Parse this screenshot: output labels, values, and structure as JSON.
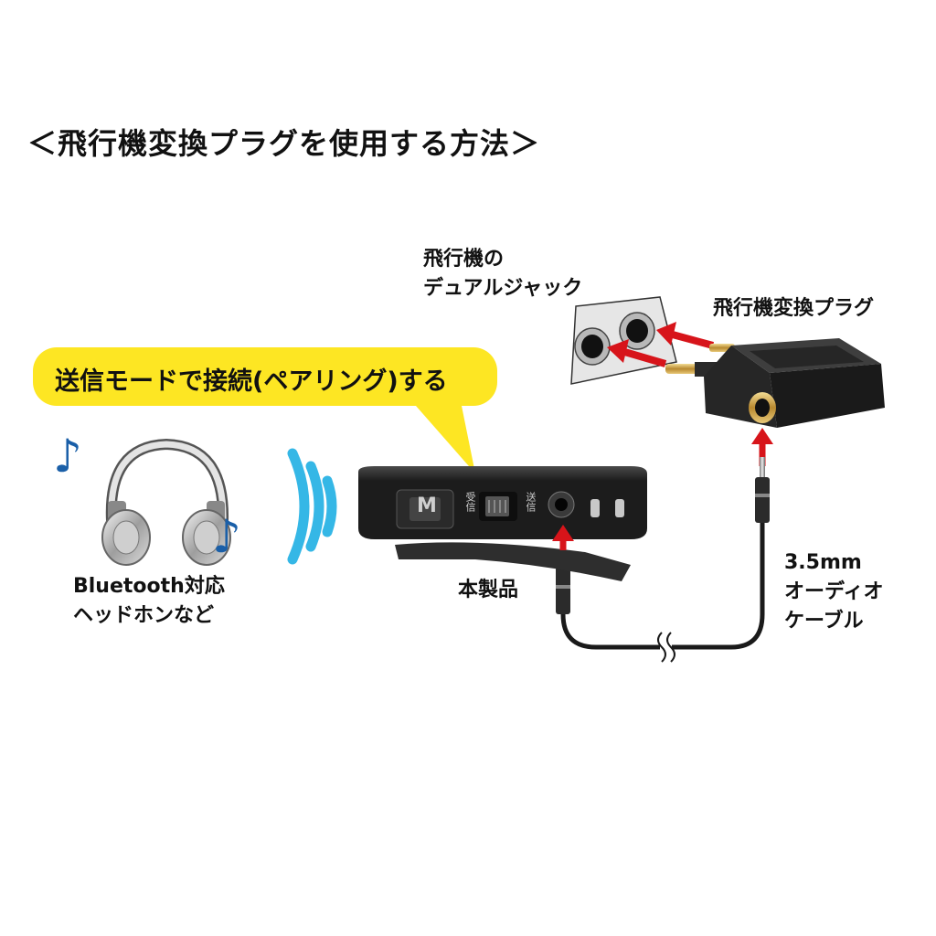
{
  "title": "＜飛行機変換プラグを使用する方法＞",
  "callout": "送信モードで接続(ペアリング)する",
  "labels": {
    "dual_jack_line1": "飛行機の",
    "dual_jack_line2": "デュアルジャック",
    "adapter": "飛行機変換プラグ",
    "headphones_line1": "Bluetooth対応",
    "headphones_line2": "ヘッドホンなど",
    "product": "本製品",
    "cable_line1": "3.5mm",
    "cable_line2": "オーディオ",
    "cable_line3": "ケーブル"
  },
  "device": {
    "mode_button": "M",
    "switch_left": "受信",
    "switch_right": "送信"
  },
  "colors": {
    "callout": "#fde623",
    "arrow": "#d7141a",
    "note": "#1a5fa8",
    "signal": "#35b7e6",
    "device": "#1c1c1c",
    "gold": "#c9a24a"
  }
}
